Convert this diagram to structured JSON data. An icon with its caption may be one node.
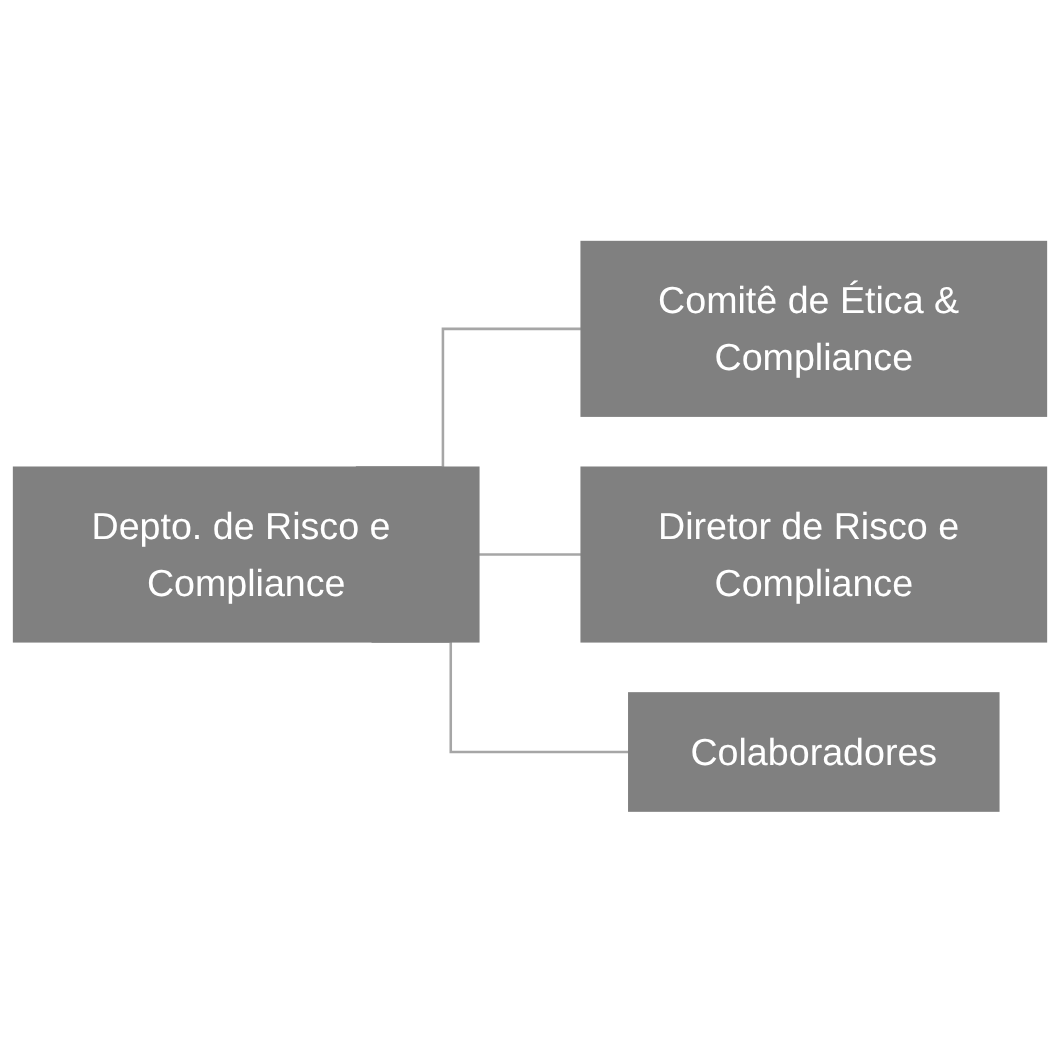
{
  "diagram": {
    "nodes": [
      {
        "text": [
          "Depto. de Risco e Compliance"
        ]
      },
      {
        "text": [
          "Comitê de Ética & Compliance"
        ]
      },
      {
        "text": [
          "Diretor de Risco e Compliance"
        ]
      },
      {
        "text": [
          "Colaboradores"
        ]
      }
    ],
    "edges": [
      {
        "from": 0,
        "to": 1,
        "arrow": "none"
      },
      {
        "from": 0,
        "to": 2,
        "arrow": "none"
      },
      {
        "from": 0,
        "to": 3,
        "arrow": "none"
      }
    ]
  }
}
